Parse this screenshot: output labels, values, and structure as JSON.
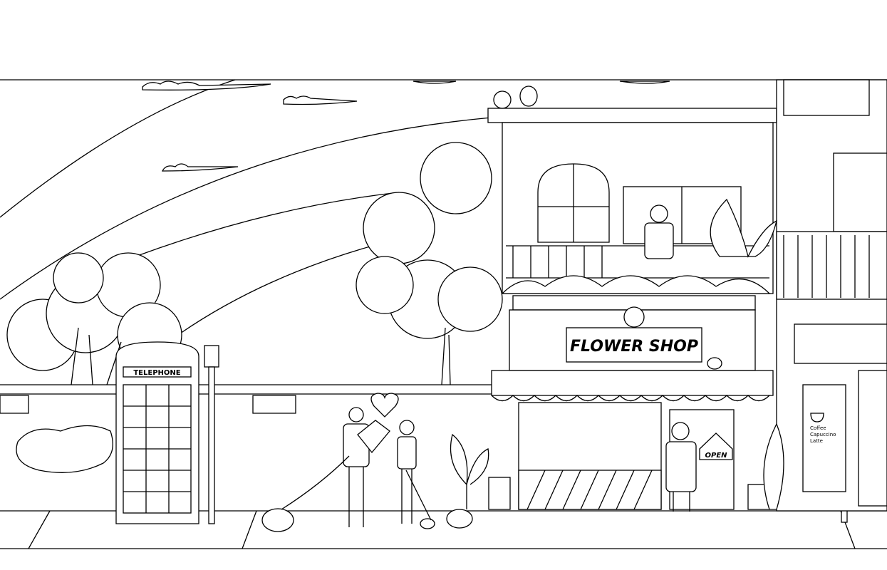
{
  "scene": {
    "telephone_sign": "TELEPHONE",
    "shop_sign": "FLOWER SHOP",
    "door_sign": "OPEN",
    "cafe_menu": [
      "Coffee",
      "Capuccino",
      "Latte"
    ]
  },
  "colors": {
    "ink": "#000000",
    "paper": "#ffffff"
  }
}
